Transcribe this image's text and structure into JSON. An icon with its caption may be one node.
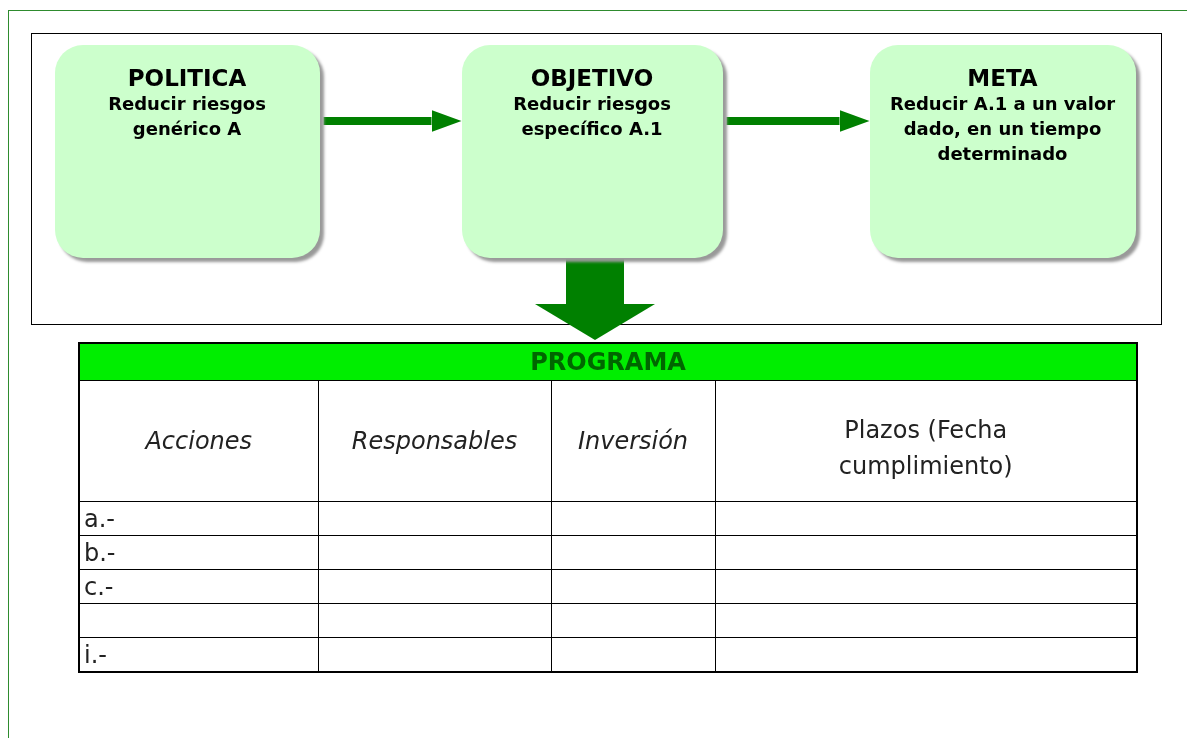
{
  "diagram": {
    "nodes": [
      {
        "text": [],
        "shape": "box"
      },
      {
        "text": [
          "POLITICA",
          "Reducir riesgos genérico A"
        ],
        "in": 0
      },
      {
        "text": [
          "OBJETIVO",
          "Reducir riesgos específico A.1"
        ],
        "in": 0
      },
      {
        "text": [
          "META",
          "Reducir A.1 a un valor dado,  en un tiempo determinado"
        ],
        "in": 0
      },
      {
        "text": [
          "PROGRAMA"
        ]
      }
    ],
    "edges": [
      {
        "from": 1,
        "to": 2,
        "arrow": "to"
      },
      {
        "from": 2,
        "to": 3,
        "arrow": "to"
      },
      {
        "from": 2,
        "to": 4,
        "arrow": "to",
        "style": "thick"
      }
    ],
    "labels": [
      "Acciones",
      "Responsables",
      "Inversión",
      "Plazos (Fecha cumplimiento)",
      "a.-",
      "b.-",
      "c.-",
      "i.-"
    ]
  }
}
